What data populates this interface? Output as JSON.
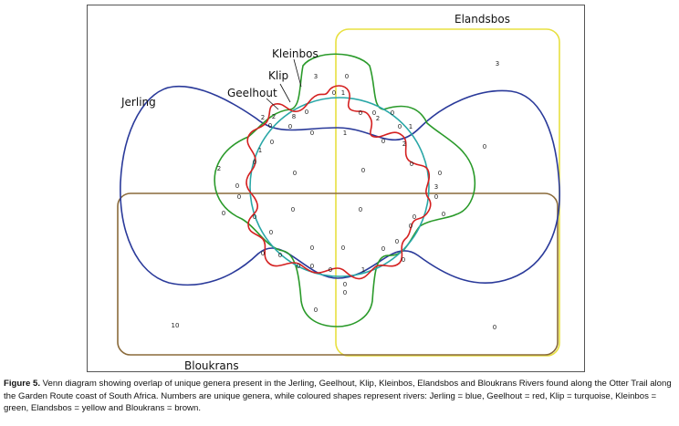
{
  "figure": {
    "set_labels": {
      "elandsbos": "Elandsbos",
      "kleinbos": "Kleinbos",
      "klip": "Klip",
      "geelhout": "Geelhout",
      "jerling": "Jerling",
      "bloukrans": "Bloukrans"
    },
    "colors": {
      "jerling": "#2a3a9a",
      "geelhout": "#d42020",
      "klip": "#2aa7a7",
      "kleinbos": "#2a9a2a",
      "elandsbos": "#e8e040",
      "bloukrans": "#8a6a3a"
    },
    "region_values": [
      {
        "v": "3"
      },
      {
        "v": "0"
      },
      {
        "v": "0"
      },
      {
        "v": "1"
      },
      {
        "v": "3"
      },
      {
        "v": "2"
      },
      {
        "v": "8"
      },
      {
        "v": "0"
      },
      {
        "v": "0"
      },
      {
        "v": "2"
      },
      {
        "v": "0"
      },
      {
        "v": "0"
      },
      {
        "v": "1"
      },
      {
        "v": "0"
      },
      {
        "v": "0"
      },
      {
        "v": "1"
      },
      {
        "v": "2"
      },
      {
        "v": "0"
      },
      {
        "v": "0"
      },
      {
        "v": "0"
      },
      {
        "v": "2"
      },
      {
        "v": "2"
      },
      {
        "v": "1"
      },
      {
        "v": "0"
      },
      {
        "v": "0"
      },
      {
        "v": "0"
      },
      {
        "v": "0"
      },
      {
        "v": "0"
      },
      {
        "v": "0"
      },
      {
        "v": "3"
      },
      {
        "v": "0"
      },
      {
        "v": "0"
      },
      {
        "v": "0"
      },
      {
        "v": "0"
      },
      {
        "v": "0"
      },
      {
        "v": "0"
      },
      {
        "v": "0"
      },
      {
        "v": "0"
      },
      {
        "v": "0"
      },
      {
        "v": "0"
      },
      {
        "v": "0"
      },
      {
        "v": "0"
      },
      {
        "v": "0"
      },
      {
        "v": "0"
      },
      {
        "v": "0"
      },
      {
        "v": "0"
      },
      {
        "v": "0"
      },
      {
        "v": "0"
      },
      {
        "v": "0"
      },
      {
        "v": "1"
      },
      {
        "v": "0"
      },
      {
        "v": "0"
      },
      {
        "v": "0"
      },
      {
        "v": "0"
      },
      {
        "v": "0"
      },
      {
        "v": "0"
      },
      {
        "v": "10"
      },
      {
        "v": "0"
      }
    ]
  },
  "caption": {
    "label": "Figure 5.",
    "text": " Venn diagram showing overlap of unique genera present in the Jerling, Geelhout, Klip, Kleinbos, Elandsbos and Bloukrans Rivers found along the Otter Trail along the Garden Route coast of South Africa. Numbers are unique genera, while coloured shapes represent rivers: Jerling = blue, Geelhout = red, Klip = turquoise, Kleinbos = green, Elandsbos = yellow and Bloukrans = brown."
  }
}
